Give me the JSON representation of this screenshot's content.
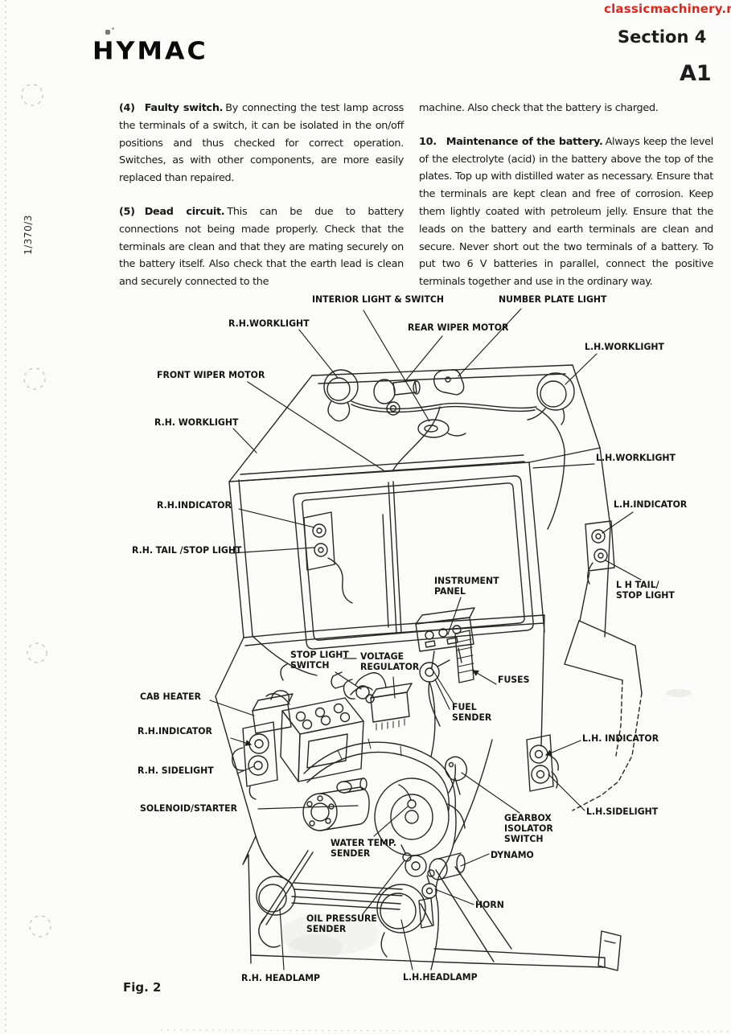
{
  "page": {
    "watermark": "classicmachinery.net",
    "watermark_color": "#e0251c",
    "brand_logo": "HYMAC",
    "section_title": "Section 4",
    "page_code": "A1",
    "margin_reference": "1/370/3",
    "paper_color": "#fbfbf9",
    "ink_color": "#1d1d1d"
  },
  "article": {
    "left_column": {
      "para_4": {
        "num": "(4)",
        "lead": "Faulty switch.",
        "body": "By connecting the test lamp across the terminals of a switch, it can be isolated in the on/off positions and thus checked for correct operation. Switches, as with other components, are more easily replaced than repaired."
      },
      "para_5": {
        "num": "(5)",
        "lead": "Dead circuit.",
        "body": "This can be due to battery connections not being made properly. Check that the terminals are clean and that they are mating securely on the battery itself. Also check that the earth lead is clean and securely connected to the"
      }
    },
    "right_column": {
      "continuation": "machine. Also check that the battery is charged.",
      "para_10": {
        "num": "10.",
        "lead": "Maintenance of the battery.",
        "body": "Always keep the level of the electrolyte (acid) in the battery above the top of the plates. Top up with distilled water as necessary. Ensure that the terminals are kept clean and free of corrosion. Keep them lightly coated with petroleum jelly. Ensure that the leads on the battery and earth terminals are clean and secure. Never short out the two terminals of a battery. To put two 6 V batteries in parallel, connect the positive terminals together and use in the ordinary way."
      }
    }
  },
  "figure": {
    "caption": "Fig. 2",
    "labels": [
      {
        "id": "interior-light-switch",
        "text": "INTERIOR LIGHT & SWITCH"
      },
      {
        "id": "number-plate-light",
        "text": "NUMBER PLATE LIGHT"
      },
      {
        "id": "rh-worklight-top",
        "text": "R.H.WORKLIGHT"
      },
      {
        "id": "rear-wiper-motor",
        "text": "REAR WIPER MOTOR"
      },
      {
        "id": "lh-worklight-top",
        "text": "L.H.WORKLIGHT"
      },
      {
        "id": "front-wiper-motor",
        "text": "FRONT WIPER MOTOR"
      },
      {
        "id": "rh-worklight-front",
        "text": "R.H. WORKLIGHT"
      },
      {
        "id": "lh-worklight-front",
        "text": "L.H.WORKLIGHT"
      },
      {
        "id": "rh-indicator-upper",
        "text": "R.H.INDICATOR"
      },
      {
        "id": "lh-indicator-upper",
        "text": "L.H.INDICATOR"
      },
      {
        "id": "rh-tail-stop-light",
        "text": "R.H. TAIL /STOP LIGHT"
      },
      {
        "id": "instrument-panel",
        "text": "INSTRUMENT\nPANEL"
      },
      {
        "id": "lh-tail-stop-light",
        "text": "L H TAIL/\nSTOP LIGHT"
      },
      {
        "id": "stop-light-switch",
        "text": "STOP LIGHT\nSWITCH"
      },
      {
        "id": "voltage-regulator",
        "text": "VOLTAGE\nREGULATOR"
      },
      {
        "id": "fuses",
        "text": "FUSES"
      },
      {
        "id": "cab-heater",
        "text": "CAB HEATER"
      },
      {
        "id": "fuel-sender",
        "text": "FUEL\nSENDER"
      },
      {
        "id": "rh-indicator-lower",
        "text": "R.H.INDICATOR"
      },
      {
        "id": "lh-indicator-lower",
        "text": "L.H. INDICATOR"
      },
      {
        "id": "rh-sidelight",
        "text": "R.H. SIDELIGHT"
      },
      {
        "id": "solenoid-starter",
        "text": "SOLENOID/STARTER"
      },
      {
        "id": "lh-sidelight",
        "text": "L.H.SIDELIGHT"
      },
      {
        "id": "gearbox-isolator-switch",
        "text": "GEARBOX\nISOLATOR\nSWITCH"
      },
      {
        "id": "water-temp-sender",
        "text": "WATER TEMP.\nSENDER"
      },
      {
        "id": "dynamo",
        "text": "DYNAMO"
      },
      {
        "id": "horn",
        "text": "HORN"
      },
      {
        "id": "oil-pressure-sender",
        "text": "OIL PRESSURE\nSENDER"
      },
      {
        "id": "rh-headlamp",
        "text": "R.H. HEADLAMP"
      },
      {
        "id": "lh-headlamp",
        "text": "L.H.HEADLAMP"
      }
    ]
  }
}
